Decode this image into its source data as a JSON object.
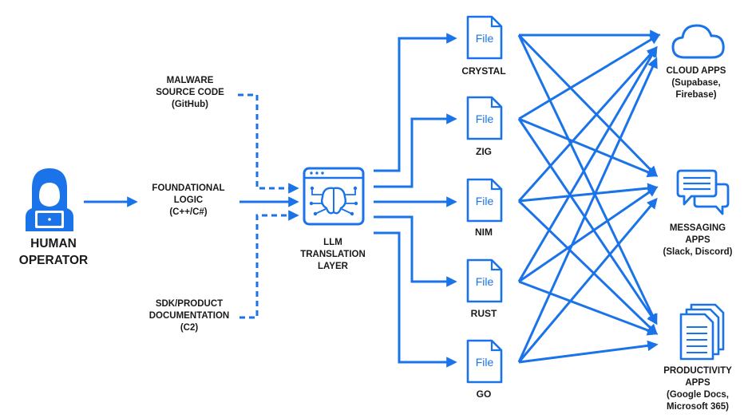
{
  "colors": {
    "accent": "#1a73e8",
    "text": "#1a1a1a"
  },
  "operator": {
    "icon": "hooded-hacker-with-laptop-icon",
    "label_lines": [
      "HUMAN",
      "OPERATOR"
    ]
  },
  "inputs": [
    {
      "id": "malware",
      "lines": [
        "MALWARE",
        "SOURCE CODE",
        "(GitHub)"
      ],
      "connector": "dashed"
    },
    {
      "id": "logic",
      "lines": [
        "FOUNDATIONAL",
        "LOGIC",
        "(C++/C#)"
      ],
      "connector": "solid"
    },
    {
      "id": "sdk",
      "lines": [
        "SDK/PRODUCT",
        "DOCUMENTATION",
        "(C2)"
      ],
      "connector": "dashed"
    }
  ],
  "llm": {
    "icon": "brain-window-icon",
    "label_lines": [
      "LLM",
      "TRANSLATION",
      "LAYER"
    ]
  },
  "file_icon_text": "File",
  "languages": [
    "CRYSTAL",
    "ZIG",
    "NIM",
    "RUST",
    "GO"
  ],
  "targets": [
    {
      "id": "cloud",
      "icon": "cloud-icon",
      "lines": [
        "CLOUD APPS",
        "(Supabase,",
        "Firebase)"
      ]
    },
    {
      "id": "messaging",
      "icon": "chat-bubbles-icon",
      "lines": [
        "MESSAGING",
        "APPS",
        "(Slack, Discord)"
      ]
    },
    {
      "id": "productivity",
      "icon": "documents-icon",
      "lines": [
        "PRODUCTIVITY",
        "APPS",
        "(Google Docs,",
        "Microsoft 365)"
      ]
    }
  ]
}
